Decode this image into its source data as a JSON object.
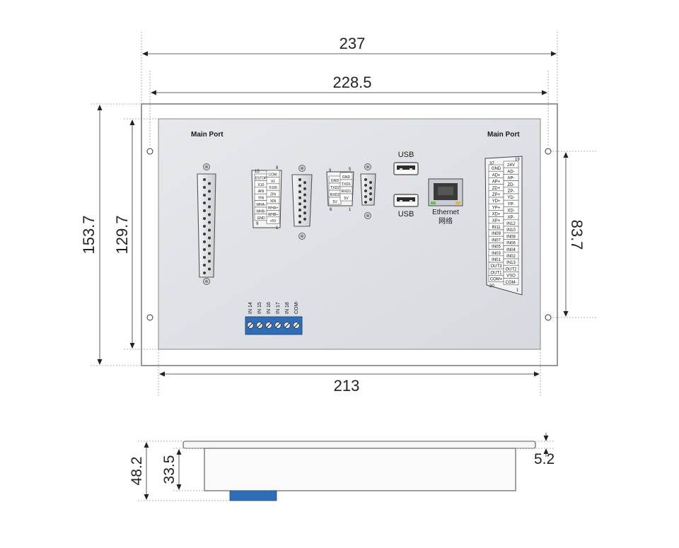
{
  "dimensions": {
    "outer_width": "237",
    "flange_width": "228.5",
    "panel_width": "213",
    "outer_height": "153.7",
    "panel_height": "129.7",
    "hole_spacing": "83.7",
    "total_depth": "48.2",
    "body_depth": "33.5",
    "flange_thickness": "5.2"
  },
  "labels": {
    "main_port_left": "Main Port",
    "main_port_right": "Main Port",
    "usb_top": "USB",
    "usb_bottom": "USB",
    "ethernet": "Ethernet",
    "ethernet_cn": "网络"
  },
  "terminal_block": {
    "labels": [
      "IN 14",
      "IN 15",
      "IN 16",
      "IN 17",
      "IN 18",
      "COM-"
    ]
  },
  "db15_left": {
    "pin_top_left": "15",
    "pin_top_right": "8",
    "pin_bottom_left": "9",
    "pin_bottom_right": "1",
    "left_col": [
      "ESTOP",
      "X10",
      "AIN",
      "YIN",
      "WHA-",
      "WHB-",
      "GND"
    ],
    "right_col": [
      "COM-",
      "X1",
      "X100",
      "ZIN",
      "XIN",
      "WHA+",
      "WHB+",
      "+5V"
    ]
  },
  "db9": {
    "pin_top_left": "9",
    "pin_top_right": "5",
    "pin_bottom_left": "6",
    "pin_bottom_right": "1",
    "left_col": [
      "GND",
      "TXD2",
      "RXD2",
      "5V"
    ],
    "right_col": [
      "GND",
      "TXD1",
      "RXD1",
      "5V"
    ]
  },
  "db37": {
    "pin_top_left": "37",
    "pin_top_right": "19",
    "pin_bottom_left": "20",
    "pin_bottom_right": "1",
    "left_col": [
      "GND",
      "AD+",
      "AP+",
      "ZD+",
      "ZP+",
      "YD+",
      "YP+",
      "XD+",
      "XP+",
      "IN11",
      "IN09",
      "IN07",
      "IN05",
      "IN03",
      "IN01",
      "OUT3",
      "OUT1",
      "COM+"
    ],
    "right_col": [
      "24V",
      "AD-",
      "AP-",
      "ZD-",
      "ZP-",
      "YD-",
      "YP-",
      "XD-",
      "XP-",
      "IN12",
      "IN10",
      "IN08",
      "IN06",
      "IN04",
      "IN02",
      "IN13",
      "OUT2",
      "VSO",
      "COM-"
    ]
  }
}
